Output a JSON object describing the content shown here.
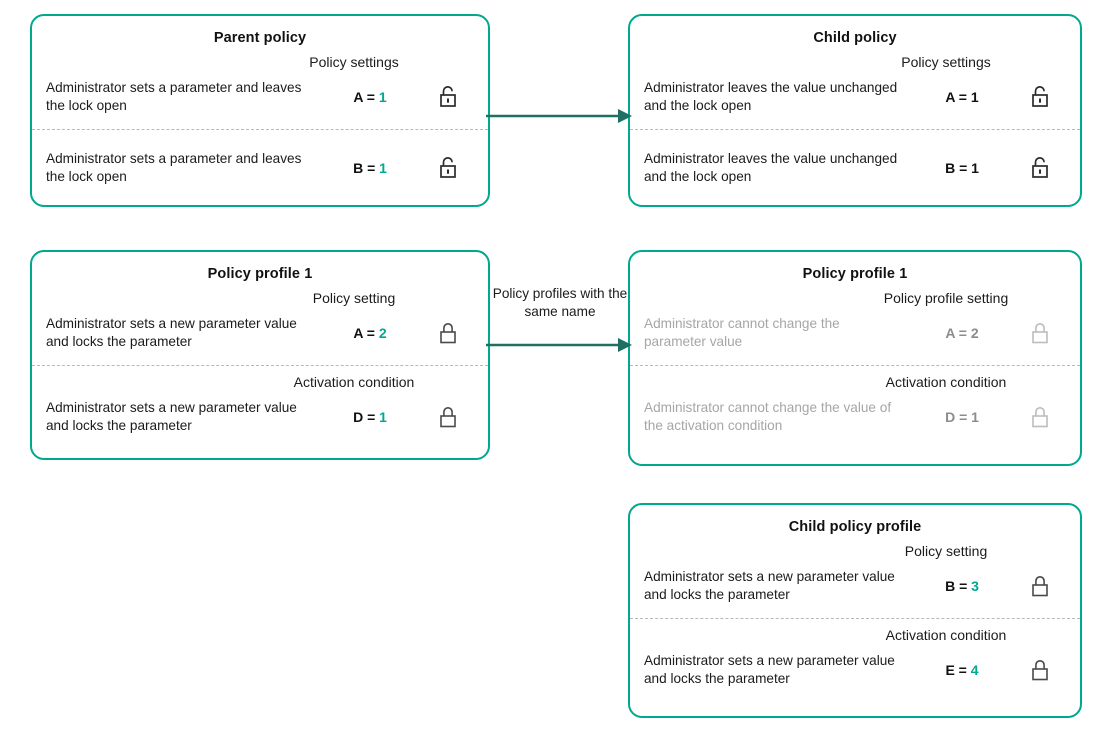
{
  "diagram": {
    "accent_color": "#00a88e",
    "arrow_color": "#1f6f63",
    "muted_color": "#a6a6a6"
  },
  "cards": {
    "parent_policy": {
      "title": "Parent policy",
      "sections": [
        {
          "header": "Policy settings",
          "description": "Administrator sets a parameter and leaves the lock open",
          "param": "A =",
          "value": "1",
          "lock": "unlocked-icon"
        },
        {
          "header": "",
          "description": "Administrator sets a parameter and  leaves the lock open",
          "param": "B =",
          "value": "1",
          "lock": "unlocked-icon"
        }
      ]
    },
    "child_policy": {
      "title": "Child policy",
      "sections": [
        {
          "header": "Policy settings",
          "description": "Administrator leaves the value unchanged and the lock open",
          "param": "A =",
          "value": "1",
          "lock": "unlocked-icon"
        },
        {
          "header": "",
          "description": "Administrator leaves the value unchanged and the lock open",
          "param": "B =",
          "value": "1",
          "lock": "unlocked-icon"
        }
      ]
    },
    "policy_profile_left": {
      "title": "Policy profile 1",
      "sections": [
        {
          "header": "Policy setting",
          "description": "Administrator sets a new parameter value and locks the parameter",
          "param": "A =",
          "value": "2",
          "lock": "locked-icon"
        },
        {
          "header": "Activation condition",
          "description": "Administrator sets a new parameter value and locks the parameter",
          "param": "D =",
          "value": "1",
          "lock": "locked-icon"
        }
      ]
    },
    "policy_profile_right": {
      "title": "Policy profile 1",
      "sections": [
        {
          "header": "Policy profile setting",
          "description": "Administrator cannot change the parameter value",
          "param": "A =",
          "value": "2",
          "lock": "locked-icon"
        },
        {
          "header": "Activation condition",
          "description": "Administrator cannot change the value of the activation condition",
          "param": "D =",
          "value": "1",
          "lock": "locked-icon"
        }
      ]
    },
    "child_policy_profile": {
      "title": "Child policy profile",
      "sections": [
        {
          "header": "Policy setting",
          "description": "Administrator sets a new parameter  value and locks the parameter",
          "param": "B =",
          "value": "3",
          "lock": "locked-icon"
        },
        {
          "header": "Activation condition",
          "description": "Administrator sets a new parameter value and locks the parameter",
          "param": "E =",
          "value": "4",
          "lock": "locked-icon"
        }
      ]
    }
  },
  "arrows": {
    "top": {
      "label": ""
    },
    "middle": {
      "label": "Policy profiles with the same name"
    }
  }
}
